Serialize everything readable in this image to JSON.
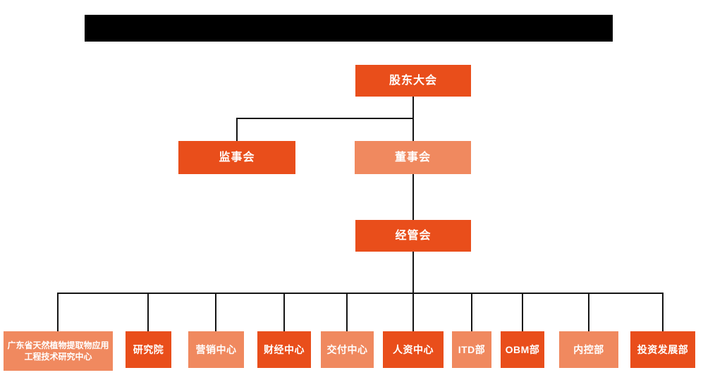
{
  "colors": {
    "box_dark": "#E94E1B",
    "box_light": "#F0895F",
    "line": "#141414",
    "title_bar": "#000000",
    "text": "#FFFFFF"
  },
  "org_chart": {
    "root": {
      "label": "股东大会"
    },
    "supervisory": {
      "label": "监事会"
    },
    "board": {
      "label": "董事会"
    },
    "management": {
      "label": "经管会"
    },
    "departments": [
      {
        "label": "广东省天然植物提取物应用工程技术研究中心",
        "variant": "light"
      },
      {
        "label": "研究院",
        "variant": "dark"
      },
      {
        "label": "营销中心",
        "variant": "light"
      },
      {
        "label": "财经中心",
        "variant": "dark"
      },
      {
        "label": "交付中心",
        "variant": "light"
      },
      {
        "label": "人资中心",
        "variant": "dark"
      },
      {
        "label": "ITD部",
        "variant": "light"
      },
      {
        "label": "OBM部",
        "variant": "dark"
      },
      {
        "label": "内控部",
        "variant": "light"
      },
      {
        "label": "投资发展部",
        "variant": "dark"
      }
    ]
  }
}
